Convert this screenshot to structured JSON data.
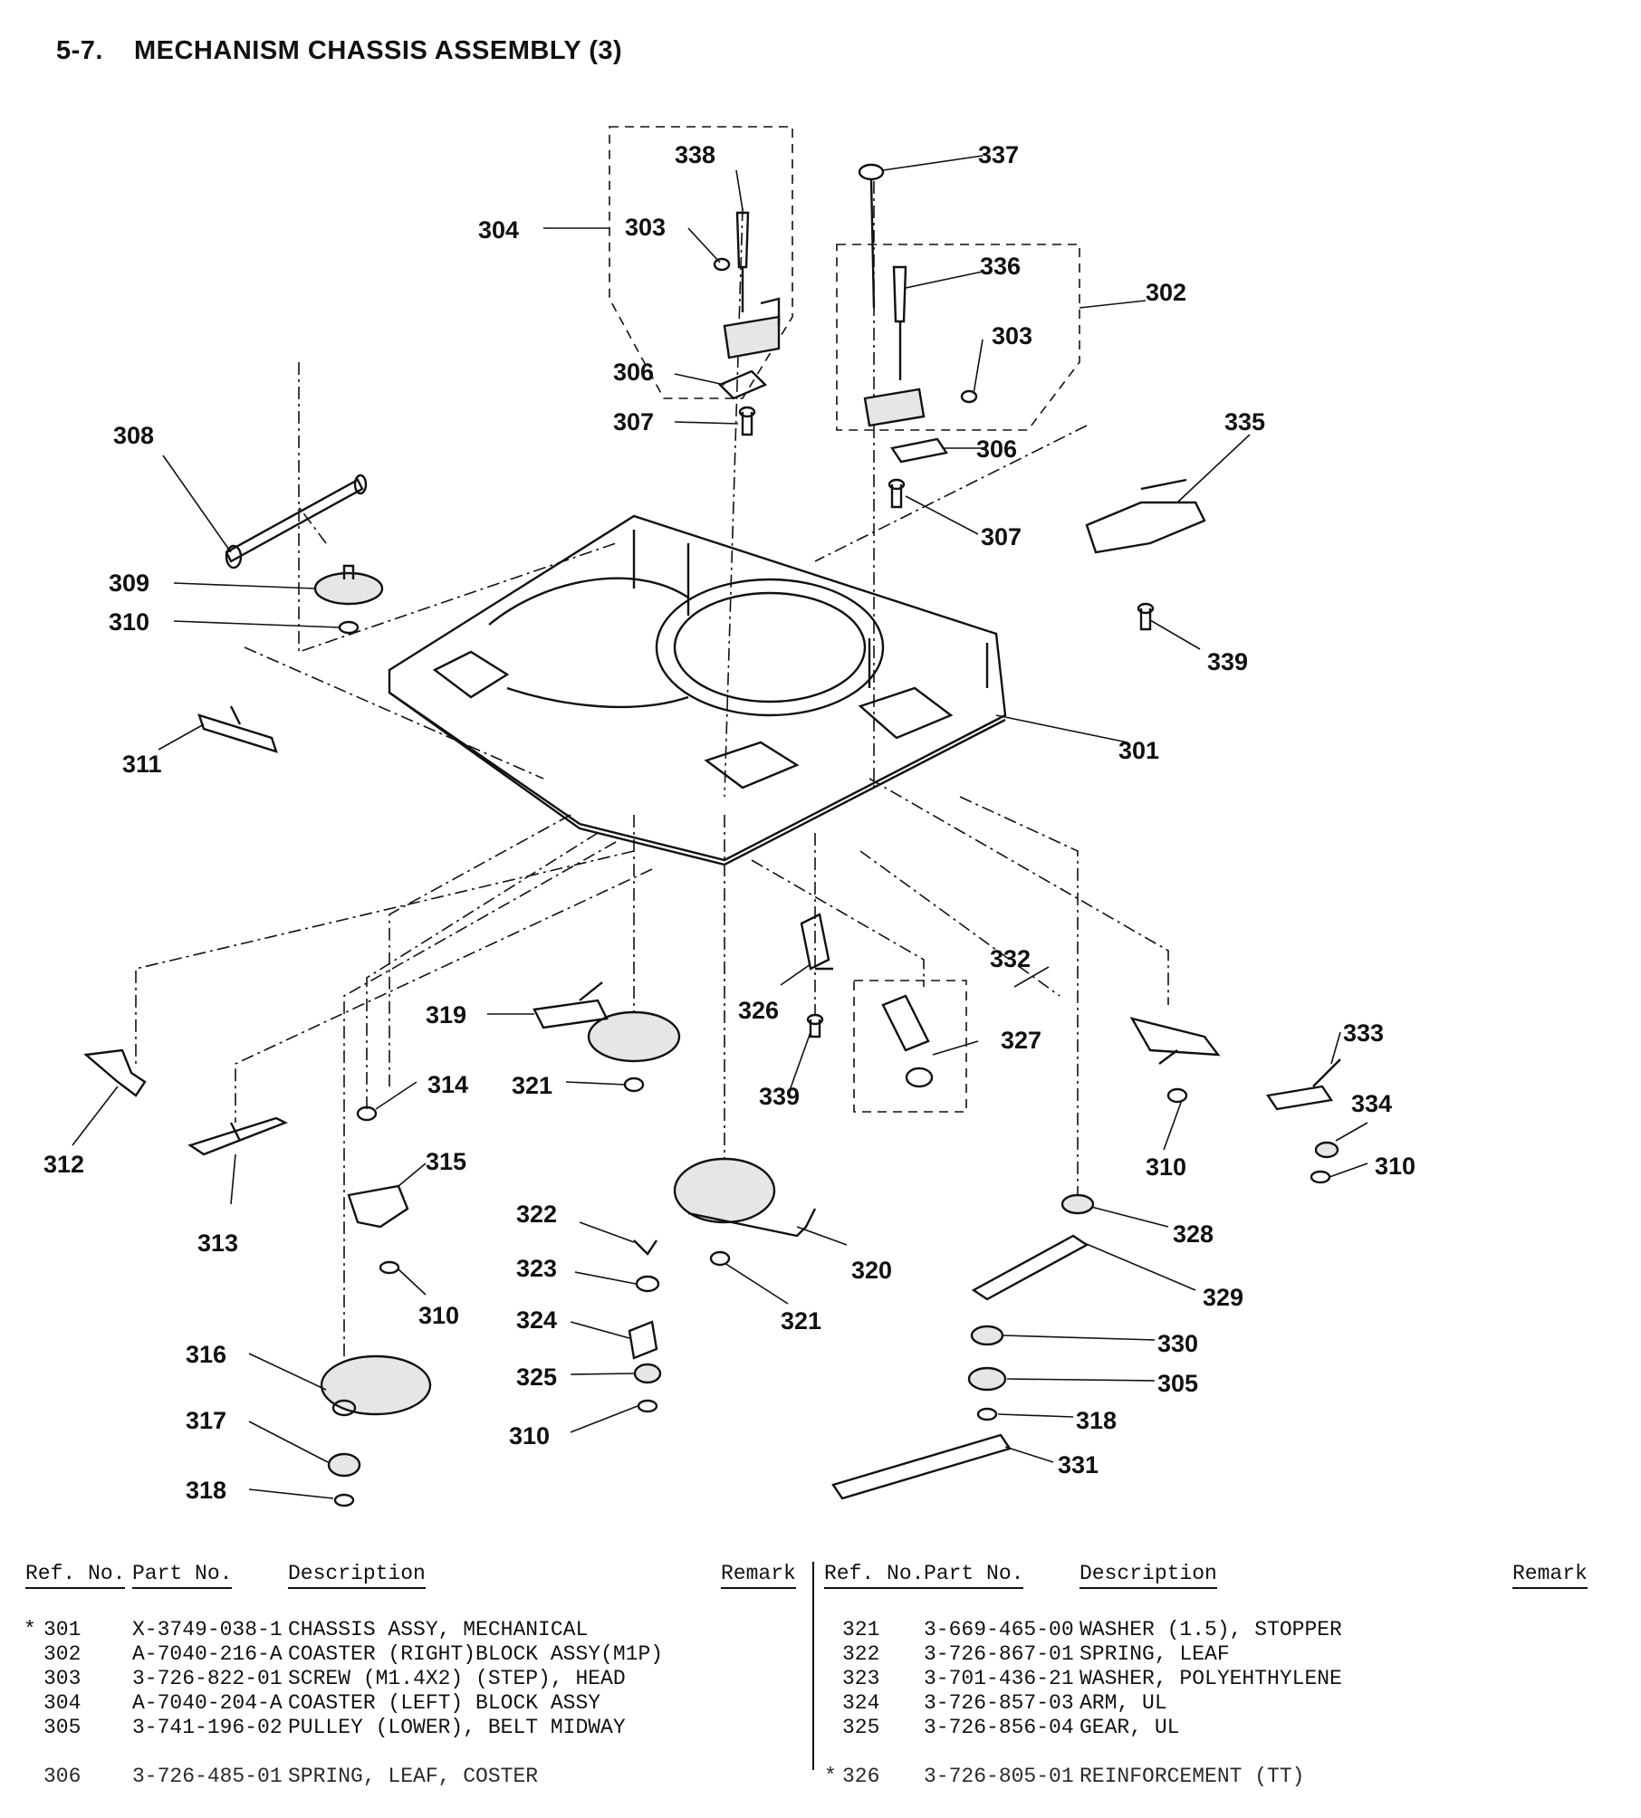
{
  "section": {
    "number": "5-7.",
    "title": "MECHANISM CHASSIS ASSEMBLY (3)"
  },
  "callouts": [
    {
      "id": "c338",
      "text": "338"
    },
    {
      "id": "c304",
      "text": "304"
    },
    {
      "id": "c303a",
      "text": "303"
    },
    {
      "id": "c337",
      "text": "337"
    },
    {
      "id": "c336",
      "text": "336"
    },
    {
      "id": "c302",
      "text": "302"
    },
    {
      "id": "c303b",
      "text": "303"
    },
    {
      "id": "c306a",
      "text": "306"
    },
    {
      "id": "c307a",
      "text": "307"
    },
    {
      "id": "c308",
      "text": "308"
    },
    {
      "id": "c335",
      "text": "335"
    },
    {
      "id": "c306b",
      "text": "306"
    },
    {
      "id": "c307b",
      "text": "307"
    },
    {
      "id": "c309",
      "text": "309"
    },
    {
      "id": "c310a",
      "text": "310"
    },
    {
      "id": "c339a",
      "text": "339"
    },
    {
      "id": "c311",
      "text": "311"
    },
    {
      "id": "c301",
      "text": "301"
    },
    {
      "id": "c332",
      "text": "332"
    },
    {
      "id": "c319",
      "text": "319"
    },
    {
      "id": "c326",
      "text": "326"
    },
    {
      "id": "c327",
      "text": "327"
    },
    {
      "id": "c333",
      "text": "333"
    },
    {
      "id": "c314",
      "text": "314"
    },
    {
      "id": "c321a",
      "text": "321"
    },
    {
      "id": "c339b",
      "text": "339"
    },
    {
      "id": "c334",
      "text": "334"
    },
    {
      "id": "c312",
      "text": "312"
    },
    {
      "id": "c315",
      "text": "315"
    },
    {
      "id": "c310b",
      "text": "310"
    },
    {
      "id": "c310c",
      "text": "310"
    },
    {
      "id": "c322",
      "text": "322"
    },
    {
      "id": "c313",
      "text": "313"
    },
    {
      "id": "c328",
      "text": "328"
    },
    {
      "id": "c323",
      "text": "323"
    },
    {
      "id": "c320",
      "text": "320"
    },
    {
      "id": "c310d",
      "text": "310"
    },
    {
      "id": "c324",
      "text": "324"
    },
    {
      "id": "c321b",
      "text": "321"
    },
    {
      "id": "c329",
      "text": "329"
    },
    {
      "id": "c316",
      "text": "316"
    },
    {
      "id": "c330",
      "text": "330"
    },
    {
      "id": "c325",
      "text": "325"
    },
    {
      "id": "c305",
      "text": "305"
    },
    {
      "id": "c317",
      "text": "317"
    },
    {
      "id": "c318a",
      "text": "318"
    },
    {
      "id": "c310e",
      "text": "310"
    },
    {
      "id": "c331",
      "text": "331"
    },
    {
      "id": "c318b",
      "text": "318"
    }
  ],
  "table": {
    "headers": {
      "ref": "Ref. No.",
      "part": "Part No.",
      "desc": "Description",
      "remark": "Remark"
    },
    "left_rows": [
      {
        "mark": "*",
        "ref": "301",
        "part": "X-3749-038-1",
        "desc": "CHASSIS ASSY, MECHANICAL"
      },
      {
        "mark": "",
        "ref": "302",
        "part": "A-7040-216-A",
        "desc": "COASTER (RIGHT)BLOCK ASSY(M1P)"
      },
      {
        "mark": "",
        "ref": "303",
        "part": "3-726-822-01",
        "desc": "SCREW (M1.4X2) (STEP), HEAD"
      },
      {
        "mark": "",
        "ref": "304",
        "part": "A-7040-204-A",
        "desc": "COASTER (LEFT) BLOCK ASSY"
      },
      {
        "mark": "",
        "ref": "305",
        "part": "3-741-196-02",
        "desc": "PULLEY (LOWER), BELT MIDWAY"
      },
      {
        "mark": "",
        "ref": "306",
        "part": "3-726-485-01",
        "desc": "SPRING, LEAF, COSTER"
      }
    ],
    "right_rows": [
      {
        "mark": "",
        "ref": "321",
        "part": "3-669-465-00",
        "desc": "WASHER (1.5), STOPPER"
      },
      {
        "mark": "",
        "ref": "322",
        "part": "3-726-867-01",
        "desc": "SPRING, LEAF"
      },
      {
        "mark": "",
        "ref": "323",
        "part": "3-701-436-21",
        "desc": "WASHER, POLYEHTHYLENE"
      },
      {
        "mark": "",
        "ref": "324",
        "part": "3-726-857-03",
        "desc": "ARM, UL"
      },
      {
        "mark": "",
        "ref": "325",
        "part": "3-726-856-04",
        "desc": "GEAR, UL"
      },
      {
        "mark": "*",
        "ref": "326",
        "part": "3-726-805-01",
        "desc": "REINFORCEMENT (TT)"
      }
    ]
  }
}
